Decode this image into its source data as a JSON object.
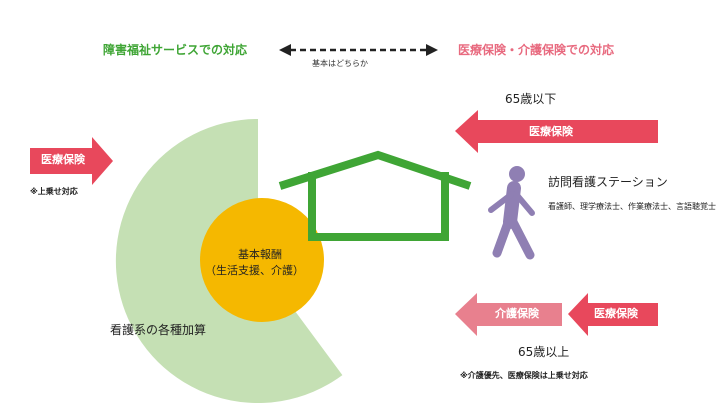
{
  "header": {
    "welfare": "障害福祉サービスでの対応",
    "insurance": "医療保険・介護保険での対応",
    "connector": "基本はどちらか"
  },
  "left_arrow": {
    "label": "医療保険",
    "note": "※上乗せ対応"
  },
  "top_right": {
    "age": "65歳以下",
    "arrow_label": "医療保険",
    "station_title": "訪問看護ステーション",
    "staff": "看護師、理学療法士、作業療法士、言語聴覚士"
  },
  "bottom_right": {
    "kaigo_label": "介護保険",
    "iryo_label": "医療保険",
    "age": "65歳以上",
    "note": "※介護優先、医療保険は上乗せ対応"
  },
  "center": {
    "title": "基本報酬",
    "subtitle": "（生活支援、介護）",
    "outer_label": "看護系の各種加算"
  },
  "colors": {
    "green_text": "#3fa535",
    "pink_text": "#e86a7f",
    "red_arrow": "#e8485c",
    "pink_arrow": "#e8808e",
    "light_green": "#c5e0b4",
    "house_green": "#3fa535",
    "orange": "#f5b800",
    "person": "#8f7fb3"
  },
  "icons": [
    "double-arrow-icon",
    "house-icon",
    "walking-person-icon"
  ]
}
